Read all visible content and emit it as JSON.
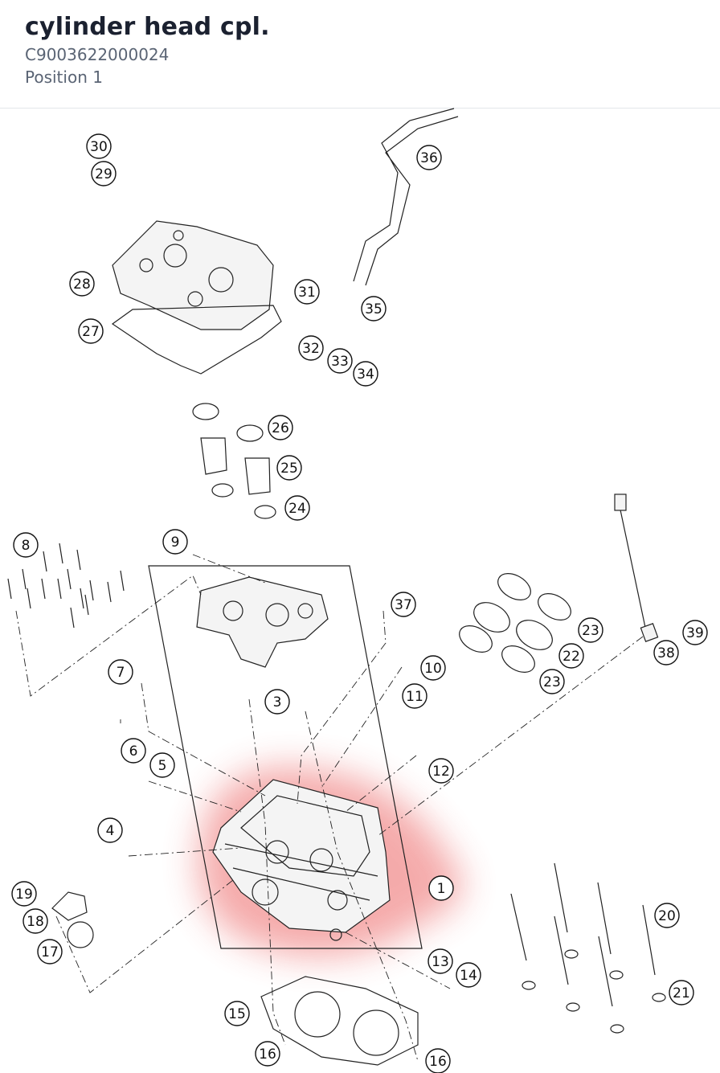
{
  "header": {
    "title": "cylinder head cpl.",
    "part_number": "C9003622000024",
    "position": "Position 1"
  },
  "diagram": {
    "highlight_color": "#e84545",
    "callouts": [
      {
        "id": "c1",
        "label": "1"
      },
      {
        "id": "c3",
        "label": "3"
      },
      {
        "id": "c4",
        "label": "4"
      },
      {
        "id": "c5",
        "label": "5"
      },
      {
        "id": "c6",
        "label": "6"
      },
      {
        "id": "c7",
        "label": "7"
      },
      {
        "id": "c8",
        "label": "8"
      },
      {
        "id": "c9",
        "label": "9"
      },
      {
        "id": "c10",
        "label": "10"
      },
      {
        "id": "c11",
        "label": "11"
      },
      {
        "id": "c12",
        "label": "12"
      },
      {
        "id": "c13",
        "label": "13"
      },
      {
        "id": "c14",
        "label": "14"
      },
      {
        "id": "c15",
        "label": "15"
      },
      {
        "id": "c16a",
        "label": "16"
      },
      {
        "id": "c16b",
        "label": "16"
      },
      {
        "id": "c17",
        "label": "17"
      },
      {
        "id": "c18",
        "label": "18"
      },
      {
        "id": "c19",
        "label": "19"
      },
      {
        "id": "c20",
        "label": "20"
      },
      {
        "id": "c21",
        "label": "21"
      },
      {
        "id": "c22",
        "label": "22"
      },
      {
        "id": "c23a",
        "label": "23"
      },
      {
        "id": "c23b",
        "label": "23"
      },
      {
        "id": "c24",
        "label": "24"
      },
      {
        "id": "c25",
        "label": "25"
      },
      {
        "id": "c26",
        "label": "26"
      },
      {
        "id": "c27",
        "label": "27"
      },
      {
        "id": "c28",
        "label": "28"
      },
      {
        "id": "c29",
        "label": "29"
      },
      {
        "id": "c30",
        "label": "30"
      },
      {
        "id": "c31",
        "label": "31"
      },
      {
        "id": "c32",
        "label": "32"
      },
      {
        "id": "c33",
        "label": "33"
      },
      {
        "id": "c34",
        "label": "34"
      },
      {
        "id": "c35",
        "label": "35"
      },
      {
        "id": "c36",
        "label": "36"
      },
      {
        "id": "c37",
        "label": "37"
      },
      {
        "id": "c38",
        "label": "38"
      },
      {
        "id": "c39",
        "label": "39"
      }
    ]
  }
}
